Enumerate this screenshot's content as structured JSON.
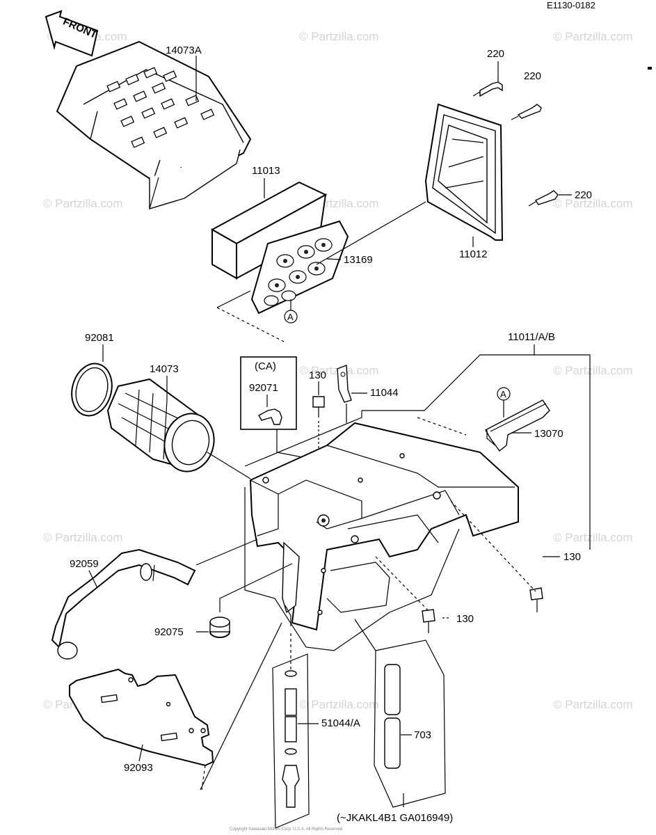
{
  "diagram_code": "E1130-0182",
  "front_label": "FRONT",
  "watermark": "© Partzilla.com",
  "labels": {
    "p14073A": "14073A",
    "p220a": "220",
    "p220b": "220",
    "p220c": "220",
    "p11013": "11013",
    "p11012": "11012",
    "p13169": "13169",
    "markerA1": "A",
    "markerA2": "A",
    "p92081": "92081",
    "p14073": "14073",
    "caBox": "(CA)",
    "p92071": "92071",
    "p130a": "130",
    "p11044": "11044",
    "p11011": "11011/A/B",
    "p13070": "13070",
    "p130b": "130",
    "p92059": "92059",
    "p92075": "92075",
    "p130c": "130",
    "p51044": "51044/A",
    "p703": "703",
    "p92093": "92093",
    "serial": "(~JKAKL4B1 GA016949)"
  },
  "footer_text": "Copyright Kawasaki Motors Corp. U.S.A. All Rights Reserved"
}
